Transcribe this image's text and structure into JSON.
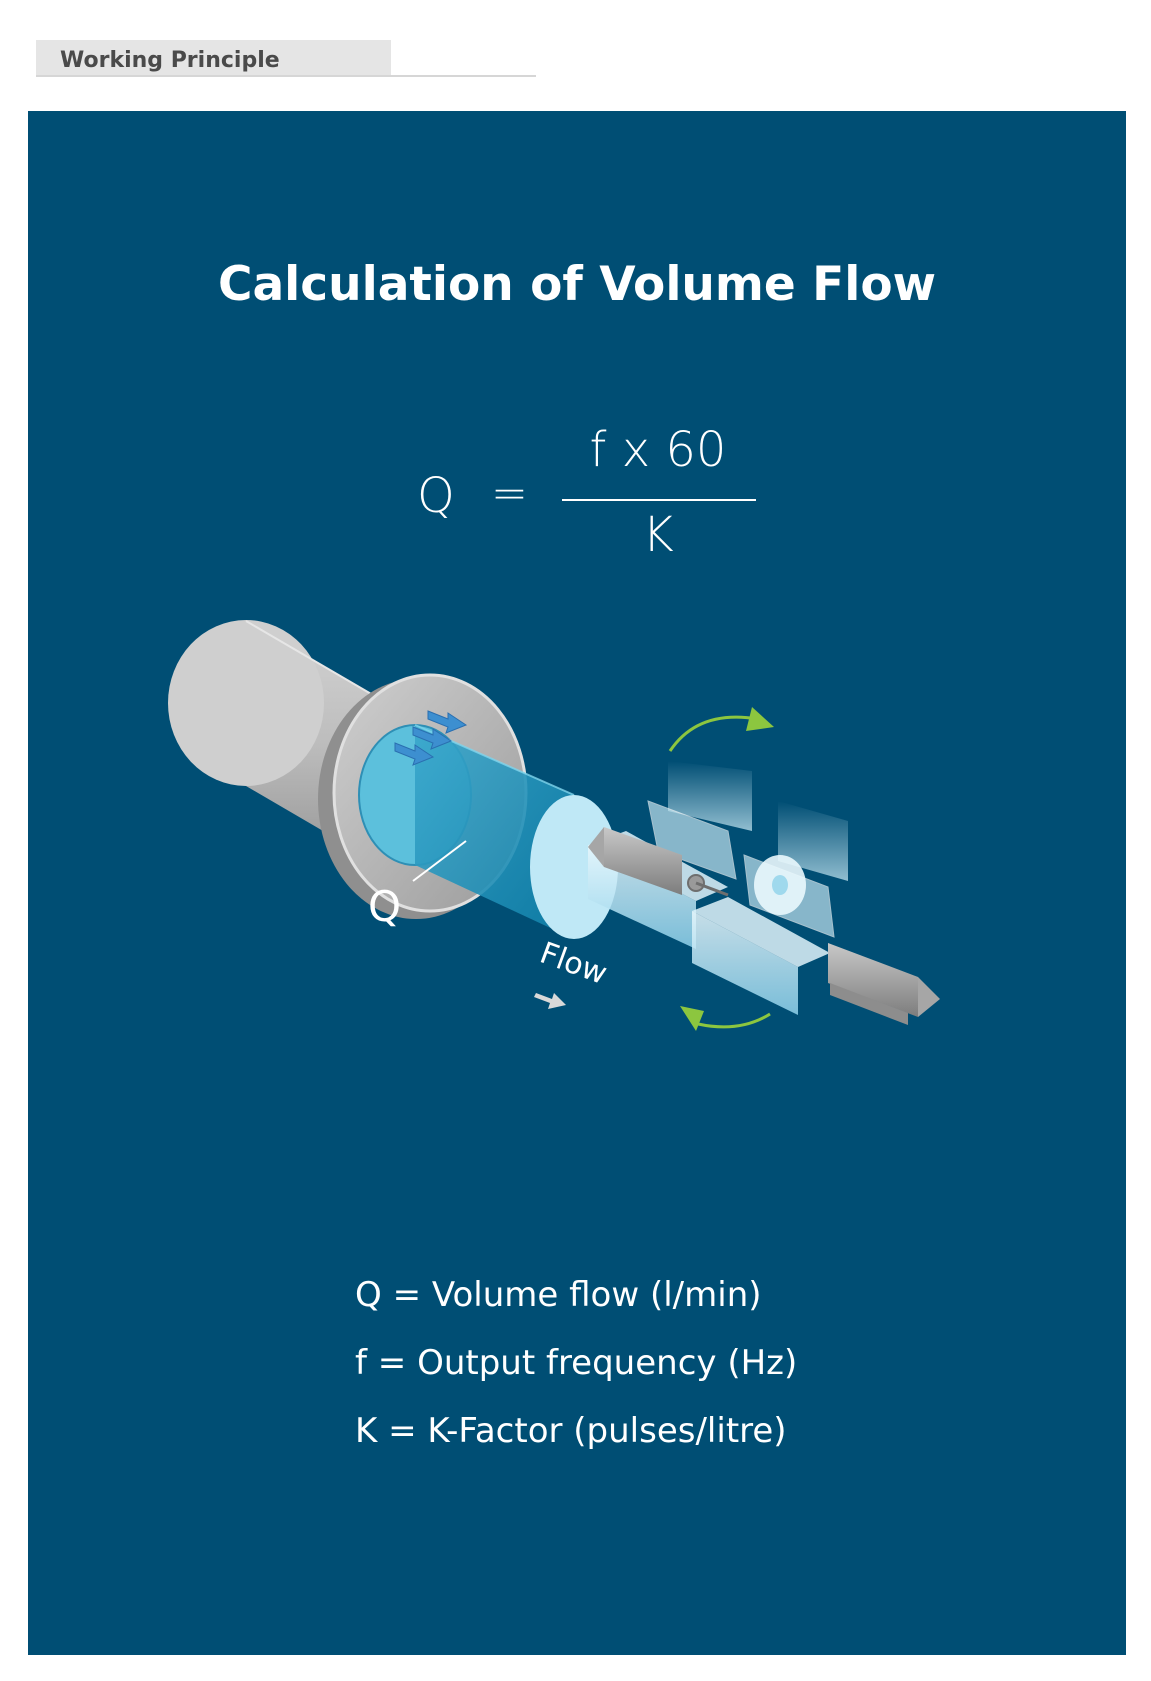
{
  "header": {
    "section_label": "Working Principle"
  },
  "panel": {
    "background": "#004e74",
    "title": "Calculation of Volume Flow",
    "formula": {
      "lhs": "Q",
      "equals": "=",
      "numerator": "f x 60",
      "denominator": "K"
    },
    "diagram": {
      "q_label": "Q",
      "flow_label": "Flow",
      "rotation_arrow_color": "#8cc63f",
      "water_color": "#5cc0dc"
    },
    "legend": [
      "Q = Volume flow (l/min)",
      "f = Output frequency (Hz)",
      "K = K-Factor (pulses/litre)"
    ]
  }
}
